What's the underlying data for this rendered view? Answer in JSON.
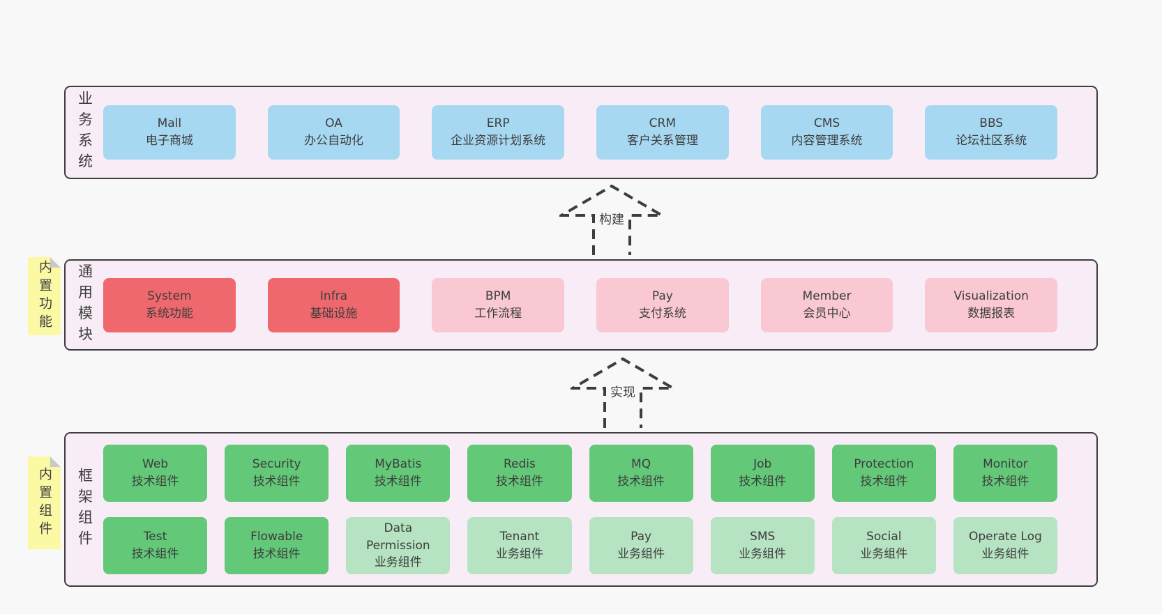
{
  "colors": {
    "page-bg": "#f8f8f8",
    "tier-bg": "#f8edf6",
    "ink": "#3d3d3d",
    "box-blue": "#a7d8f1",
    "box-red": "#ef686d",
    "box-pink": "#f9c8d3",
    "box-green": "#63c878",
    "box-lightgreen": "#b6e3c1",
    "note-yellow": "#fbf9a3",
    "fold-gray": "#c9c9c9"
  },
  "arrows": [
    {
      "label": "构建"
    },
    {
      "label": "实现"
    }
  ],
  "tiers": [
    {
      "id": "business-systems",
      "side_label": "业务系统",
      "note_label": null,
      "rows": [
        [
          {
            "title": "Mall",
            "subtitle": "电子商城",
            "variant": "blue"
          },
          {
            "title": "OA",
            "subtitle": "办公自动化",
            "variant": "blue"
          },
          {
            "title": "ERP",
            "subtitle": "企业资源计划系统",
            "variant": "blue"
          },
          {
            "title": "CRM",
            "subtitle": "客户关系管理",
            "variant": "blue"
          },
          {
            "title": "CMS",
            "subtitle": "内容管理系统",
            "variant": "blue"
          },
          {
            "title": "BBS",
            "subtitle": "论坛社区系统",
            "variant": "blue"
          }
        ]
      ]
    },
    {
      "id": "common-modules",
      "side_label": "通用模块",
      "note_label": "内置功能",
      "rows": [
        [
          {
            "title": "System",
            "subtitle": "系统功能",
            "variant": "red"
          },
          {
            "title": "Infra",
            "subtitle": "基础设施",
            "variant": "red"
          },
          {
            "title": "BPM",
            "subtitle": "工作流程",
            "variant": "pink"
          },
          {
            "title": "Pay",
            "subtitle": "支付系统",
            "variant": "pink"
          },
          {
            "title": "Member",
            "subtitle": "会员中心",
            "variant": "pink"
          },
          {
            "title": "Visualization",
            "subtitle": "数据报表",
            "variant": "pink"
          }
        ]
      ]
    },
    {
      "id": "framework-components",
      "side_label": "框架组件",
      "note_label": "内置组件",
      "rows": [
        [
          {
            "title": "Web",
            "subtitle": "技术组件",
            "variant": "green"
          },
          {
            "title": "Security",
            "subtitle": "技术组件",
            "variant": "green"
          },
          {
            "title": "MyBatis",
            "subtitle": "技术组件",
            "variant": "green"
          },
          {
            "title": "Redis",
            "subtitle": "技术组件",
            "variant": "green"
          },
          {
            "title": "MQ",
            "subtitle": "技术组件",
            "variant": "green"
          },
          {
            "title": "Job",
            "subtitle": "技术组件",
            "variant": "green"
          },
          {
            "title": "Protection",
            "subtitle": "技术组件",
            "variant": "green"
          },
          {
            "title": "Monitor",
            "subtitle": "技术组件",
            "variant": "green"
          }
        ],
        [
          {
            "title": "Test",
            "subtitle": "技术组件",
            "variant": "green"
          },
          {
            "title": "Flowable",
            "subtitle": "技术组件",
            "variant": "green"
          },
          {
            "title": "Data Permission",
            "subtitle": "业务组件",
            "variant": "lightgreen"
          },
          {
            "title": "Tenant",
            "subtitle": "业务组件",
            "variant": "lightgreen"
          },
          {
            "title": "Pay",
            "subtitle": "业务组件",
            "variant": "lightgreen"
          },
          {
            "title": "SMS",
            "subtitle": "业务组件",
            "variant": "lightgreen"
          },
          {
            "title": "Social",
            "subtitle": "业务组件",
            "variant": "lightgreen"
          },
          {
            "title": "Operate Log",
            "subtitle": "业务组件",
            "variant": "lightgreen"
          }
        ]
      ]
    }
  ]
}
